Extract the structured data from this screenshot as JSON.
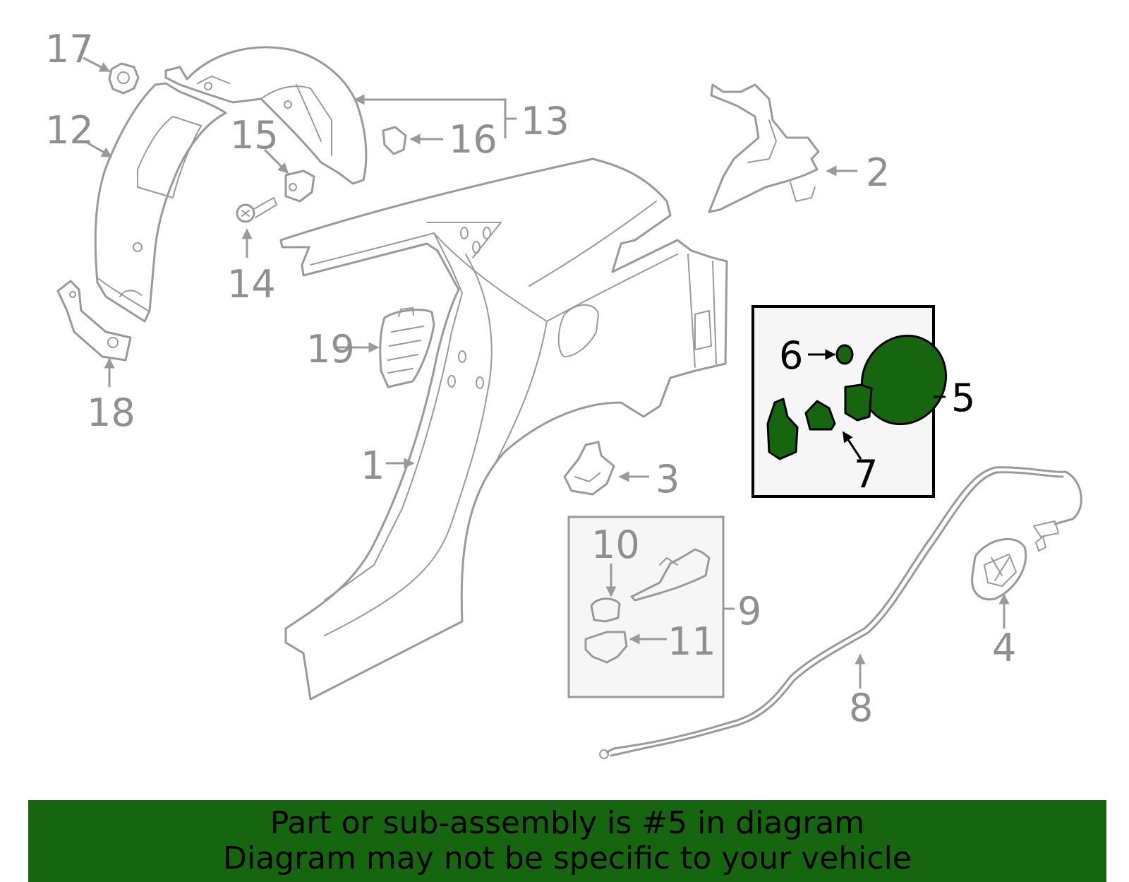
{
  "callouts": {
    "c1": "1",
    "c2": "2",
    "c3": "3",
    "c4": "4",
    "c5": "5",
    "c6": "6",
    "c7": "7",
    "c8": "8",
    "c9": "9",
    "c10": "10",
    "c11": "11",
    "c12": "12",
    "c13": "13",
    "c14": "14",
    "c15": "15",
    "c16": "16",
    "c17": "17",
    "c18": "18",
    "c19": "19"
  },
  "banner": {
    "line1": "Part or sub-assembly is #5 in diagram",
    "line2": "Diagram may not be specific to your vehicle"
  },
  "colors": {
    "highlight": "#16660f",
    "part_stroke": "#9a9a9a",
    "box_fill": "#f6f6f6"
  }
}
